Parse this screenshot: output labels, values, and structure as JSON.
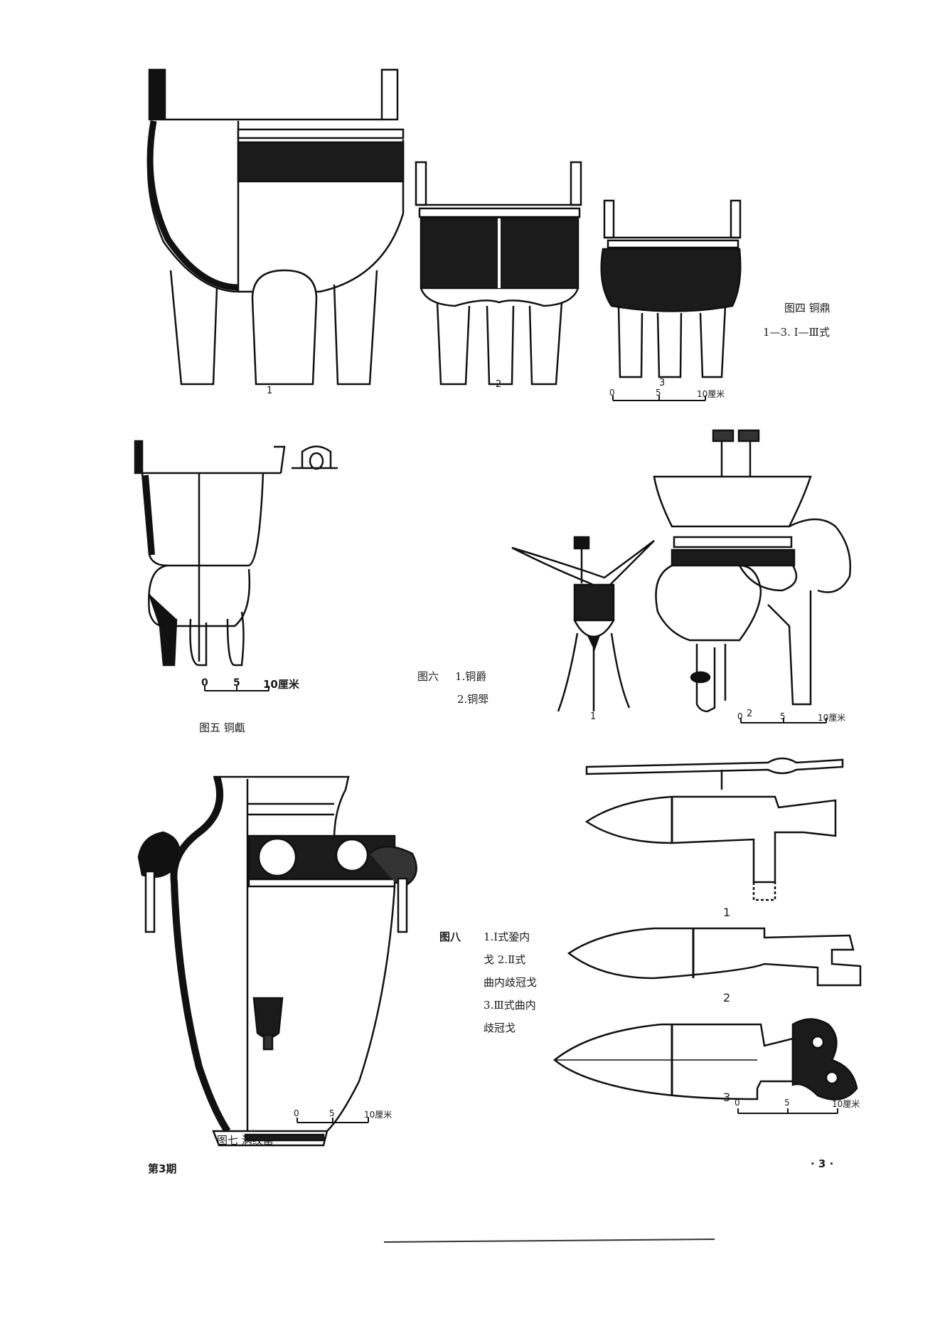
{
  "fig4": {
    "title": "图四  铜鼎",
    "subtitle": "1—3.  Ⅰ—Ⅲ式",
    "labels": [
      "1",
      "2",
      "3"
    ],
    "scale": {
      "ticks": [
        "0",
        "5",
        "10厘米"
      ]
    }
  },
  "fig5": {
    "title": "图五  铜甗",
    "scale": {
      "ticks": [
        "0",
        "5",
        "10厘米"
      ]
    }
  },
  "fig6": {
    "title": "图六",
    "lines": [
      "1.铜爵",
      "2.铜斝"
    ],
    "labels": [
      "1",
      "2"
    ],
    "scale": {
      "ticks": [
        "0",
        "5",
        "10厘米"
      ]
    }
  },
  "fig7": {
    "title": "图七  涡纹罍",
    "scale": {
      "ticks": [
        "0",
        "5",
        "10厘米"
      ]
    }
  },
  "fig8": {
    "title": "图八",
    "lines": [
      "1.Ⅰ式銎内",
      "戈  2.Ⅱ式",
      "曲内歧冠戈",
      "3.Ⅲ式曲内",
      "歧冠戈"
    ],
    "labels": [
      "1",
      "2",
      "3"
    ],
    "scale": {
      "ticks": [
        "0",
        "5",
        "10厘米"
      ]
    }
  },
  "footer": {
    "issue": "第3期",
    "page": "· 3 ·"
  }
}
